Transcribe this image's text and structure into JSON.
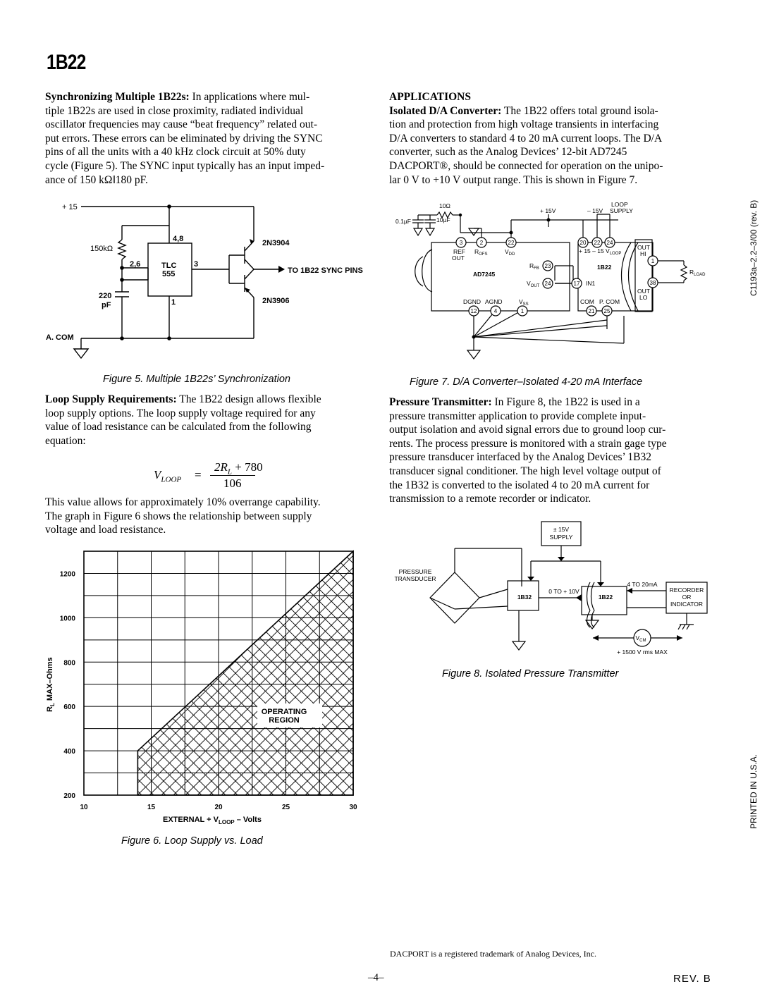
{
  "header": {
    "part_number": "1B22"
  },
  "left_column": {
    "sync": {
      "heading": "Synchronizing Multiple 1B22s:",
      "lines": [
        " In applications where mul-",
        "tiple 1B22s are used in close proximity, radiated individual",
        "oscillator frequencies may cause “beat frequency” related out-",
        "put errors. These errors can be eliminated by driving the SYNC",
        "pins of all the units with a 40 kHz clock circuit at 50% duty",
        "cycle (Figure 5). The SYNC input typically has an input imped-",
        "ance of 150 kΩ‖180 pF."
      ]
    },
    "figure5": {
      "caption": "Figure 5.  Multiple 1B22s’ Synchronization",
      "labels": {
        "plus15": "+ 15",
        "r150k": "150kΩ",
        "pins48": "4,8",
        "pins26": "2,6",
        "tlc": "TLC",
        "n555": "555",
        "pin3": "3",
        "pin1": "1",
        "c220": "220",
        "pf": "pF",
        "q1": "2N3904",
        "q2": "2N3906",
        "to_sync": "TO 1B22 SYNC PINS",
        "acom": "A. COM"
      }
    },
    "loop": {
      "heading": "Loop Supply Requirements:",
      "lines": [
        " The 1B22 design allows flexible",
        "loop supply options. The loop supply voltage required for any",
        "value of load resistance can be calculated from the following",
        "equation:"
      ]
    },
    "equation": {
      "lhs": "V",
      "lhs_sub": "LOOP",
      "equals": "=",
      "numerator": "2R",
      "num_sub": "L",
      "num_rest": " + 780",
      "denominator": "106"
    },
    "overrange": {
      "lines": [
        "This value allows for approximately 10% overrange capability.",
        "The graph in Figure 6 shows the relationship between supply",
        "voltage and load resistance."
      ]
    },
    "figure6": {
      "caption": "Figure 6.  Loop Supply vs. Load",
      "ylabel": "R",
      "ylabel_sub": "L",
      "ylabel_rest": " MAX–Ohms",
      "xlabel": "EXTERNAL + V",
      "xlabel_sub": "LOOP",
      "xlabel_rest": " –  Volts",
      "region_label": [
        "OPERATING",
        "REGION"
      ]
    }
  },
  "chart_data": {
    "type": "area",
    "x_ticks": [
      10,
      15,
      20,
      25,
      30
    ],
    "y_ticks": [
      200,
      400,
      600,
      800,
      1000,
      1200
    ],
    "xlim": [
      10,
      30
    ],
    "ylim": [
      200,
      1300
    ],
    "grid": true,
    "operating_region_boundary": {
      "x": [
        14,
        14,
        30,
        30
      ],
      "y": [
        200,
        400,
        1350,
        200
      ]
    }
  },
  "right_column": {
    "applications_heading": "APPLICATIONS",
    "dac": {
      "heading": "Isolated D/A Converter:",
      "lines": [
        " The 1B22 offers total ground isola-",
        "tion and protection from high voltage transients in interfacing",
        "D/A converters to standard 4 to 20 mA current loops. The D/A",
        "converter, such as the Analog Devices’ 12-bit AD7245",
        "DACPORT®, should be connected for operation on the unipo-",
        "lar 0 V to +10 V output range. This is shown in Figure 7."
      ]
    },
    "figure7": {
      "caption": "Figure 7.  D/A Converter–Isolated 4-20 mA Interface",
      "labels": {
        "r10": "10Ω",
        "c01": "0.1µF",
        "c10": "10µF",
        "p15": "+ 15V",
        "m15": "– 15V",
        "loop": "LOOP",
        "supply": "SUPPLY",
        "pin3": "3",
        "pin2": "2",
        "pin22": "22",
        "pin23": "23",
        "pin24": "24",
        "pin12": "12",
        "pin4": "4",
        "pin1": "1",
        "ref": "REF",
        "out": "OUT",
        "rofs": "R",
        "rofs_sub": "OFS",
        "vdd": "V",
        "vdd_sub": "DD",
        "rfb": "R",
        "rfb_sub": "FB",
        "vout": "V",
        "vout_sub": "OUT",
        "ad7245": "AD7245",
        "dgnd": "DGND",
        "agnd": "AGND",
        "vss": "V",
        "vss_sub": "SS",
        "b20": "20",
        "b22": "22",
        "b24": "24",
        "b17": "17",
        "b21": "21",
        "b25": "25",
        "b1": "1",
        "b38": "38",
        "supply_pins": "+ 15  – 15 V",
        "supply_pins_sub": "LOOP",
        "b1b22": "1B22",
        "in1": "IN1",
        "com": "COM",
        "pcom": "P. COM",
        "outhi1": "OUT",
        "outhi2": "HI",
        "outlo1": "OUT",
        "outlo2": "LO",
        "rload": "R",
        "rload_sub": "LOAD"
      }
    },
    "pressure": {
      "heading": "Pressure Transmitter:",
      "lines": [
        " In Figure 8, the 1B22 is used in a",
        "pressure transmitter application to provide complete input-",
        "output isolation and avoid signal errors due to ground loop cur-",
        "rents. The process pressure is monitored with a strain gage type",
        "pressure transducer interfaced by the Analog Devices’ 1B32",
        "transducer signal conditioner. The high level voltage output of",
        "the 1B32 is converted to the isolated 4 to 20 mA current for",
        "transmission to a remote recorder or indicator."
      ]
    },
    "figure8": {
      "caption": "Figure 8.  Isolated Pressure Transmitter",
      "labels": {
        "supply1": "± 15V",
        "supply2": "SUPPLY",
        "pt1": "PRESSURE",
        "pt2": "TRANSDUCER",
        "b1b32": "1B32",
        "zero10": "0 TO + 10V",
        "b1b22": "1B22",
        "ma": "4 TO 20mA",
        "rec1": "RECORDER",
        "rec2": "OR",
        "rec3": "INDICATOR",
        "vcm": "V",
        "vcm_sub": "CM",
        "maxv": "+ 1500 V rms MAX"
      }
    }
  },
  "side_text": {
    "doc_code": "C1193a–2.2–3/00 (rev. B)",
    "printed": "PRINTED IN U.S.A."
  },
  "footer": {
    "trademark": "DACPORT is a registered trademark of Analog Devices, Inc.",
    "page": "–4–",
    "rev": "REV. B"
  }
}
